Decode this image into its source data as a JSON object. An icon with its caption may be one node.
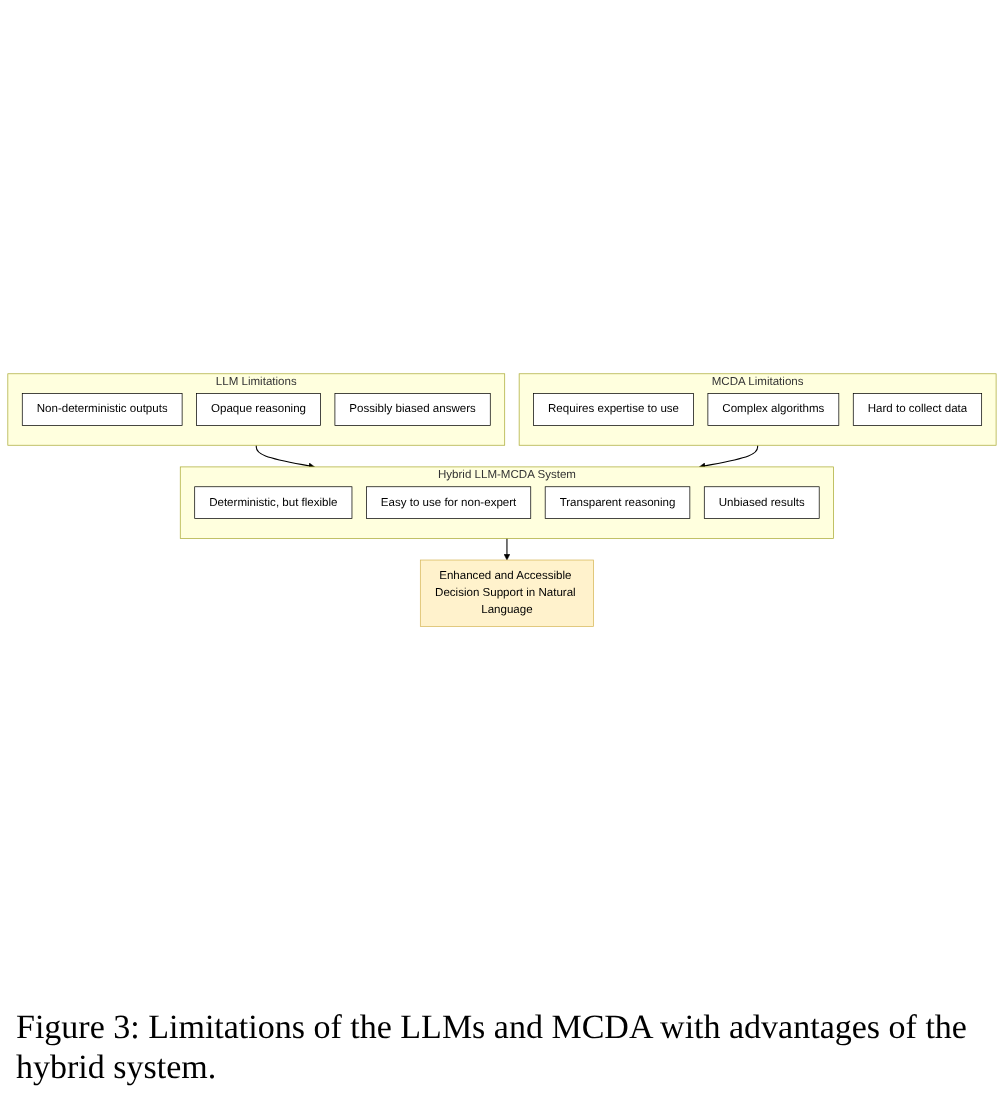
{
  "diagram": {
    "caption": "Figure 3: Limitations of the LLMs and MCDA with advantages of the hybrid system.",
    "nodes": [
      {
        "text": [
          "LLM Limitations"
        ]
      },
      {
        "text": [
          "Non-deterministic outputs"
        ],
        "in": 0
      },
      {
        "text": [
          "Opaque reasoning"
        ],
        "in": 0
      },
      {
        "text": [
          "Possibly biased answers"
        ],
        "in": 0
      },
      {
        "text": [
          "MCDA Limitations"
        ]
      },
      {
        "text": [
          "Requires expertise to use"
        ],
        "in": 4
      },
      {
        "text": [
          "Complex algorithms"
        ],
        "in": 4
      },
      {
        "text": [
          "Hard to collect data"
        ],
        "in": 4
      },
      {
        "text": [
          "Hybrid LLM-MCDA System"
        ]
      },
      {
        "text": [
          "Deterministic, but flexible"
        ],
        "in": 8
      },
      {
        "text": [
          "Easy to use for non-expert"
        ],
        "in": 8
      },
      {
        "text": [
          "Transparent reasoning"
        ],
        "in": 8
      },
      {
        "text": [
          "Unbiased results"
        ],
        "in": 8
      },
      {
        "text": [
          "Enhanced and Accessible Decision Support in Natural Language"
        ]
      }
    ],
    "edges": [
      {
        "from": 0,
        "to": 8,
        "arrow": "to"
      },
      {
        "from": 4,
        "to": 8,
        "arrow": "to"
      },
      {
        "from": 8,
        "to": 13,
        "arrow": "to"
      }
    ]
  }
}
